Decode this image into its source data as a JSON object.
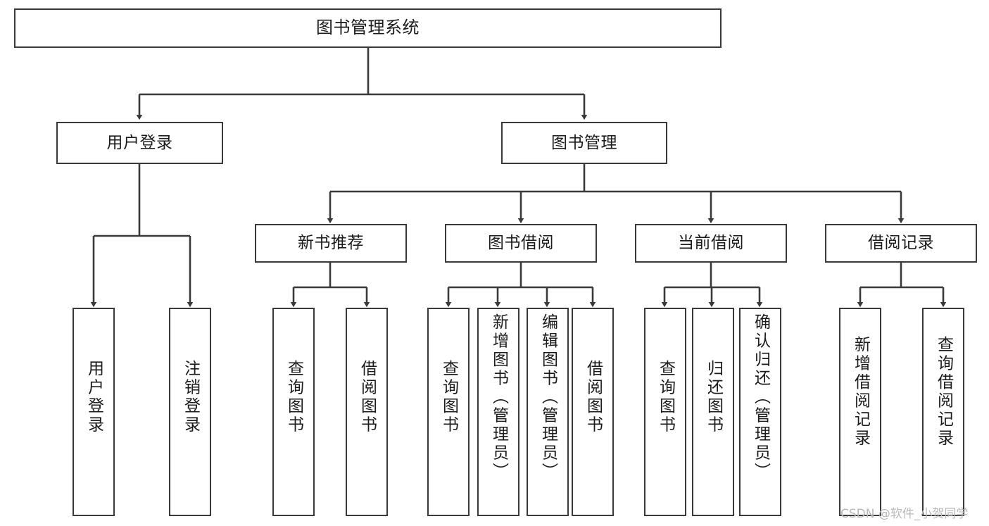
{
  "diagram": {
    "title": "图书管理系统",
    "type": "tree",
    "orientation": "top-down",
    "colors": {
      "box_border": "#3a3a3a",
      "box_fill": "#ffffff",
      "connector": "#3a3a3a",
      "text": "#1b1b1b",
      "watermark": "#b9b9b9",
      "background": "#ffffff"
    },
    "nodes": {
      "root": {
        "label": "图书管理系统"
      },
      "level1": [
        {
          "id": "user-login",
          "label": "用户登录"
        },
        {
          "id": "book-manage",
          "label": "图书管理"
        }
      ],
      "level2": [
        {
          "id": "new-book-rec",
          "label": "新书推荐"
        },
        {
          "id": "book-borrow",
          "label": "图书借阅"
        },
        {
          "id": "current-borrow",
          "label": "当前借阅"
        },
        {
          "id": "borrow-record",
          "label": "借阅记录"
        }
      ],
      "leaves": [
        {
          "id": "leaf-user-login",
          "label": "用户登录",
          "parent": "user-login"
        },
        {
          "id": "leaf-logout",
          "label": "注销登录",
          "parent": "user-login"
        },
        {
          "id": "leaf-query-book-1",
          "label": "查询图书",
          "parent": "new-book-rec"
        },
        {
          "id": "leaf-borrow-book-1",
          "label": "借阅图书",
          "parent": "new-book-rec"
        },
        {
          "id": "leaf-query-book-2",
          "label": "查询图书",
          "parent": "book-borrow"
        },
        {
          "id": "leaf-add-book",
          "label": "新增图书（管理员）",
          "parent": "book-borrow"
        },
        {
          "id": "leaf-edit-book",
          "label": "编辑图书（管理员）",
          "parent": "book-borrow"
        },
        {
          "id": "leaf-borrow-book-2",
          "label": "借阅图书",
          "parent": "book-borrow"
        },
        {
          "id": "leaf-query-book-3",
          "label": "查询图书",
          "parent": "current-borrow"
        },
        {
          "id": "leaf-return-book",
          "label": "归还图书",
          "parent": "current-borrow"
        },
        {
          "id": "leaf-confirm-return",
          "label": "确认归还（管理员）",
          "parent": "current-borrow"
        },
        {
          "id": "leaf-add-record",
          "label": "新增借阅记录",
          "parent": "borrow-record"
        },
        {
          "id": "leaf-query-record",
          "label": "查询借阅记录",
          "parent": "borrow-record"
        }
      ]
    }
  },
  "watermark": {
    "text": "CSDN @软件_小贺同学"
  }
}
